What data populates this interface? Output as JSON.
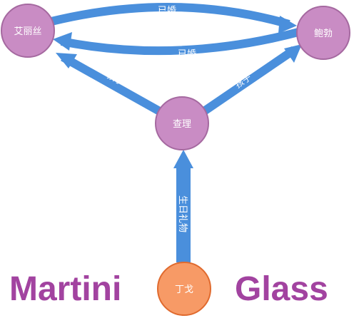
{
  "nodes": {
    "alice": {
      "label": "艾丽丝",
      "fill": "#c98cc4",
      "stroke": "#a569a0"
    },
    "bob": {
      "label": "鲍勃",
      "fill": "#c98cc4",
      "stroke": "#a569a0"
    },
    "charlie": {
      "label": "查理",
      "fill": "#c98cc4",
      "stroke": "#a569a0"
    },
    "dingge": {
      "label": "丁戈",
      "fill": "#f79a66",
      "stroke": "#e06a2e"
    }
  },
  "edges": {
    "married_top": {
      "label": "已婚"
    },
    "married_bottom": {
      "label": "已婚"
    },
    "child_left": {
      "label": "孩子"
    },
    "child_right": {
      "label": "孩子"
    },
    "birthday_gift": {
      "label": "生日礼物"
    }
  },
  "title": {
    "left": "Martini",
    "right": "Glass"
  },
  "colors": {
    "edge": "#4a8fdc",
    "title": "#a243a0",
    "node_text": "#ffffff"
  }
}
